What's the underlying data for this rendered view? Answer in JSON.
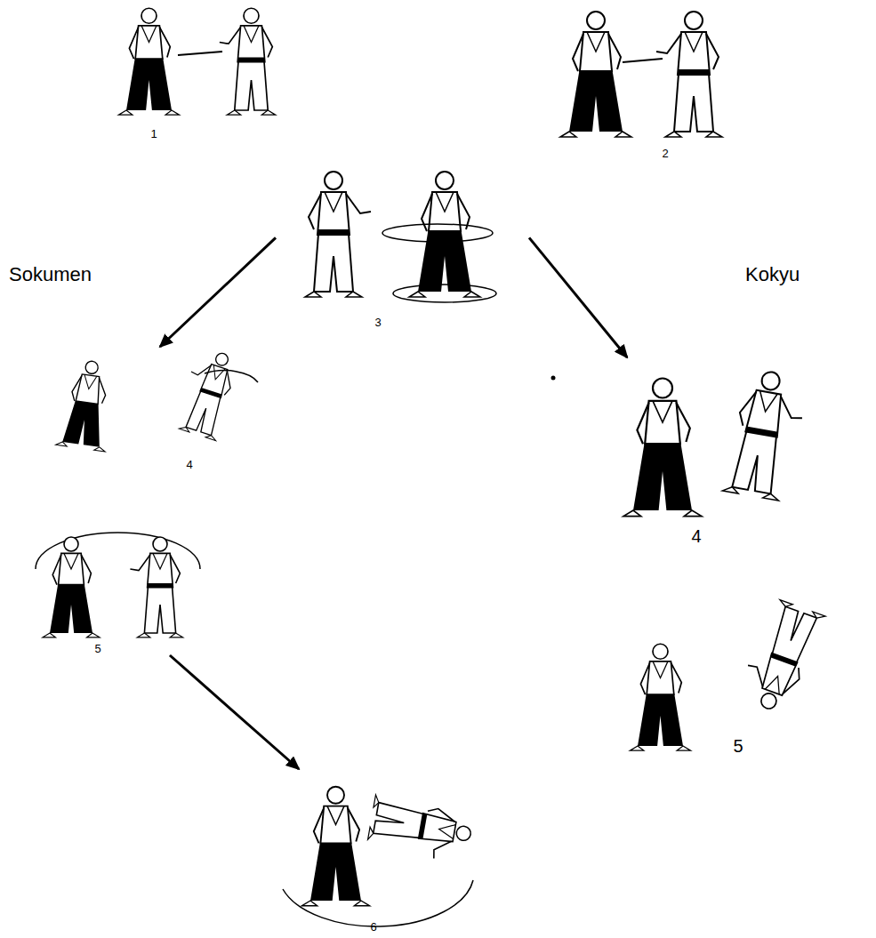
{
  "diagram": {
    "nodes": [
      {
        "text": [
          "1"
        ]
      },
      {
        "text": [
          "2"
        ]
      },
      {
        "text": [
          "3"
        ]
      },
      {
        "text": [
          "4"
        ]
      },
      {
        "text": [
          "4"
        ]
      },
      {
        "text": [
          "5"
        ]
      },
      {
        "text": [
          "5"
        ]
      },
      {
        "text": [
          "6"
        ]
      }
    ],
    "edges": [
      {
        "from": 2,
        "to": 3,
        "arrow": "to"
      },
      {
        "from": 2,
        "to": 4,
        "arrow": "to"
      },
      {
        "from": 5,
        "to": 7,
        "arrow": "to"
      }
    ],
    "labels": [
      "Sokumen",
      "Kokyu"
    ]
  }
}
